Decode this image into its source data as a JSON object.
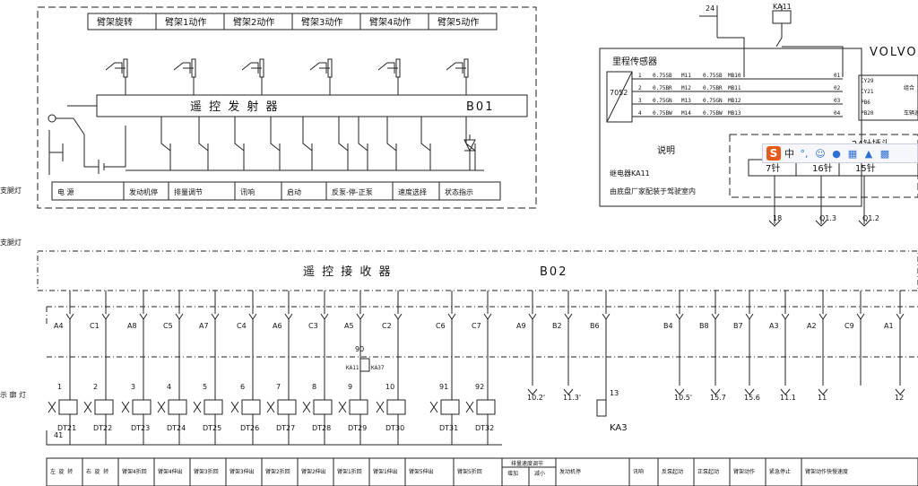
{
  "transmitter": {
    "top_labels": [
      "臂架旋转",
      "臂架1动作",
      "臂架2动作",
      "臂架3动作",
      "臂架4动作",
      "臂架5动作"
    ],
    "title": "遥 控 发 射 器",
    "code": "B01",
    "bottom_labels": [
      "电 源",
      "发动机停",
      "排量调节",
      "讯响",
      "启动",
      "反泵-停-正泵",
      "速度选择",
      "状态指示"
    ]
  },
  "left_labels": [
    "支腿灯",
    "支腿灯",
    "示 廓 灯"
  ],
  "sensor": {
    "title": "里程传感器",
    "code": "7052",
    "pins": [
      "1",
      "2",
      "3",
      "4"
    ],
    "wires": [
      "0.75SB",
      "0.75BR",
      "0.75GN",
      "0.75BW"
    ],
    "codes_left": [
      "M11",
      "M12",
      "M13",
      "M14"
    ],
    "codes_right": [
      "MB10",
      "MB11",
      "MB12",
      "MB13"
    ],
    "relay": "KA11",
    "wire24": "24"
  },
  "volvo": {
    "title": "VOLVO底",
    "terms": [
      "CY29",
      "CY21",
      "PB6",
      "PB20"
    ],
    "small": [
      "01",
      "02",
      "03",
      "04"
    ],
    "side": [
      "组合",
      "车辆速"
    ]
  },
  "notes": {
    "title": "说明",
    "line1": "继电器KA11",
    "line2": "由底盘厂家配装于驾驶室内"
  },
  "connector": {
    "title": "24针插头",
    "pins": [
      "7针",
      "16针",
      "15针"
    ],
    "wires": [
      "18",
      "Q1.3",
      "Q1.2"
    ]
  },
  "receiver": {
    "title": "遥 控 接 收 器",
    "code": "B02"
  },
  "receiver_pins": [
    "A4",
    "C1",
    "A8",
    "C5",
    "A7",
    "C4",
    "A6",
    "C3",
    "A5",
    "C2",
    "C6",
    "C7",
    "A9",
    "B2",
    "B6",
    "B4",
    "B8",
    "B7",
    "A3",
    "A2",
    "C9",
    "A1"
  ],
  "wire_numbers": [
    "1",
    "2",
    "3",
    "4",
    "5",
    "6",
    "7",
    "8",
    "9",
    "10",
    "91",
    "92"
  ],
  "valves": [
    "DT21",
    "DT22",
    "DT23",
    "DT24",
    "DT25",
    "DT26",
    "DT27",
    "DT28",
    "DT29",
    "DT30",
    "DT31",
    "DT32"
  ],
  "relay_block": {
    "wire": "90",
    "left": "KA11",
    "right": "KA37"
  },
  "outputs": {
    "ka3_wire": "13",
    "ka3": "KA3",
    "refs": [
      "10.2'",
      "11.3'",
      "10.5'",
      "15.7",
      "15.6",
      "11.1",
      "11",
      "12"
    ]
  },
  "ground_wire": "41",
  "bottom_table": [
    "左 旋 转",
    "右 旋 转",
    "臂架4折回",
    "臂架4伸出",
    "臂架3折回",
    "臂架3伸出",
    "臂架2折回",
    "臂架2伸出",
    "臂架1折回",
    "臂架1伸出",
    "臂架5伸出",
    "臂架5折回"
  ],
  "bottom_table_2": {
    "group": "排量速度调节",
    "sub": [
      "增加",
      "减小"
    ],
    "items": [
      "发动机停",
      "讯响",
      "反泵起动",
      "正泵起动",
      "臂架动作",
      "紧急停止",
      "臂架动作快慢速度"
    ]
  },
  "ime": {
    "logo": "S",
    "label": "中",
    "icons": [
      "punct-icon",
      "emoji-icon",
      "mic-icon",
      "keyboard-icon",
      "skin-icon",
      "tools-icon"
    ]
  }
}
